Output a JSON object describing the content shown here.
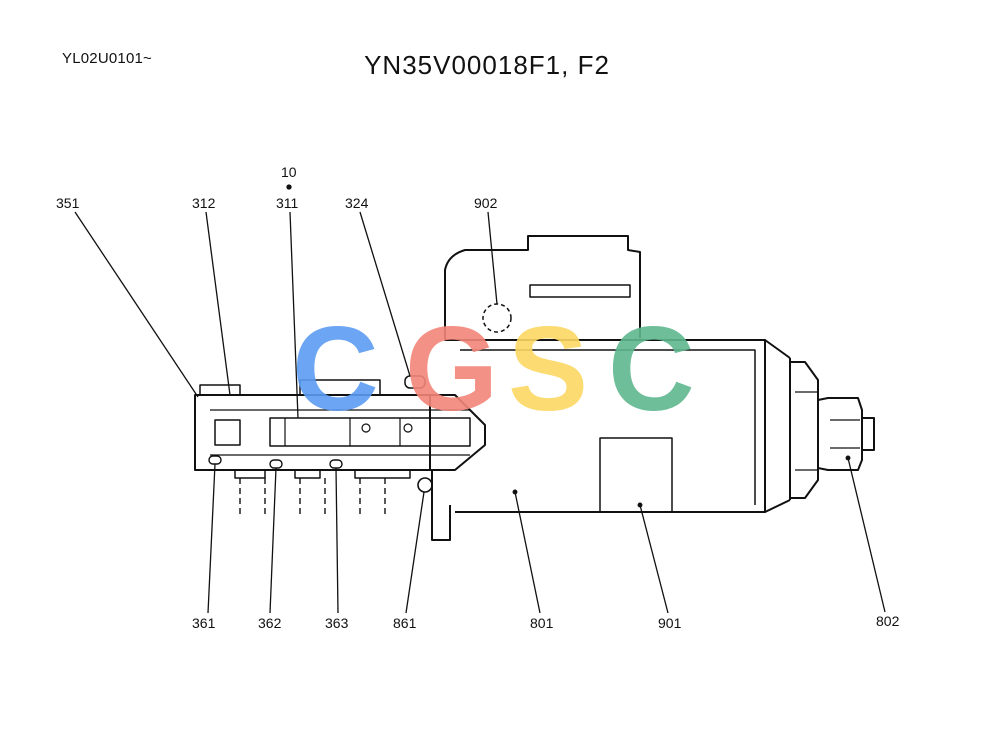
{
  "header": {
    "serial_range": "YL02U0101~",
    "title": "YN35V00018F1, F2"
  },
  "assembly_label": "10",
  "callouts": [
    {
      "id": "351",
      "label": "351"
    },
    {
      "id": "312",
      "label": "312"
    },
    {
      "id": "311",
      "label": "311"
    },
    {
      "id": "324",
      "label": "324"
    },
    {
      "id": "902",
      "label": "902"
    },
    {
      "id": "361",
      "label": "361"
    },
    {
      "id": "362",
      "label": "362"
    },
    {
      "id": "363",
      "label": "363"
    },
    {
      "id": "861",
      "label": "861"
    },
    {
      "id": "801",
      "label": "801"
    },
    {
      "id": "901",
      "label": "901"
    },
    {
      "id": "802",
      "label": "802"
    }
  ],
  "watermark": {
    "letters": [
      {
        "char": "C",
        "color": "#5b9cf2"
      },
      {
        "char": "G",
        "color": "#f2867a"
      },
      {
        "char": "S",
        "color": "#fbd863"
      },
      {
        "char": "C",
        "color": "#5fb88e"
      }
    ]
  }
}
